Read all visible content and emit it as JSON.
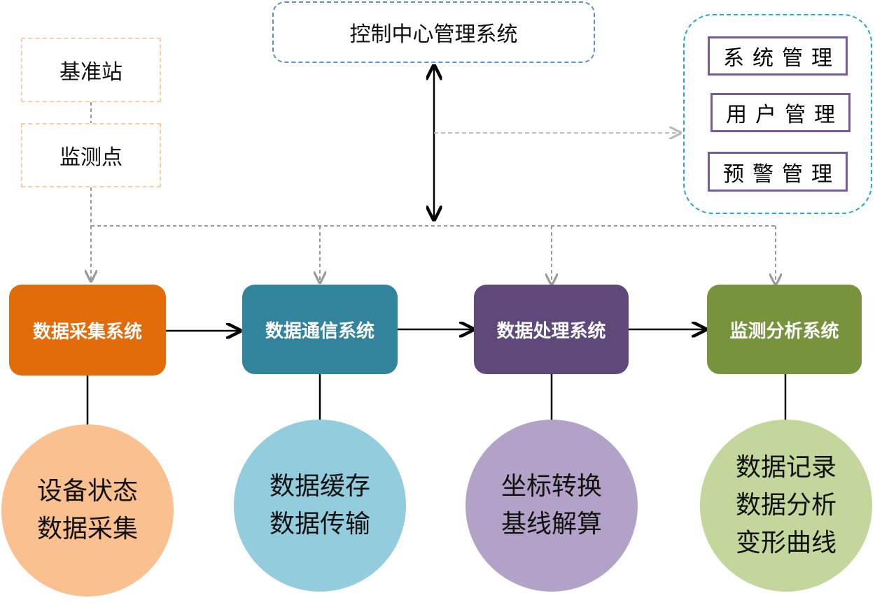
{
  "control_center": {
    "label": "控制中心管理系统"
  },
  "station": {
    "base": "基准站",
    "monitor_point": "监测点"
  },
  "management": {
    "items": [
      "系统管理",
      "用户管理",
      "预警管理"
    ]
  },
  "systems": [
    {
      "label": "数据采集系统",
      "color": "#e36c0a"
    },
    {
      "label": "数据通信系统",
      "color": "#31849b"
    },
    {
      "label": "数据处理系统",
      "color": "#5f497a"
    },
    {
      "label": "监测分析系统",
      "color": "#77933c"
    }
  ],
  "functions": [
    {
      "lines": [
        "设备状态",
        "数据采集"
      ],
      "color": "#fac090"
    },
    {
      "lines": [
        "数据缓存",
        "数据传输"
      ],
      "color": "#93cddd"
    },
    {
      "lines": [
        "坐标转换",
        "基线解算"
      ],
      "color": "#b3a2c7"
    },
    {
      "lines": [
        "数据记录",
        "数据分析",
        "变形曲线"
      ],
      "color": "#c3d69b"
    }
  ]
}
